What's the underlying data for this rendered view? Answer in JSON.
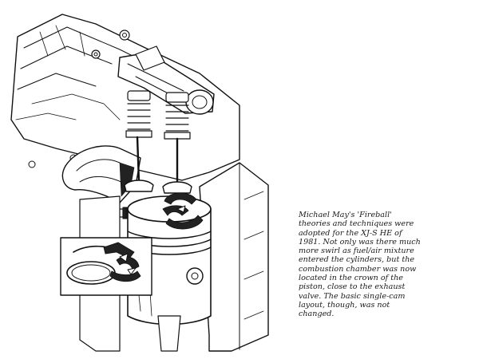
{
  "caption_lines": [
    "Michael May's 'Fireball'",
    "theories and techniques were",
    "adopted for the XJ-S HE of",
    "1981. Not only was there much",
    "more swirl as fuel/air mixture",
    "entered the cylinders, but the",
    "combustion chamber was now",
    "located in the crown of the",
    "piston, close to the exhaust",
    "valve. The basic single-cam",
    "layout, though, was not",
    "changed."
  ],
  "colors": {
    "ink": "#111111",
    "paper": "#ffffff",
    "text": "#1a1a1a"
  }
}
